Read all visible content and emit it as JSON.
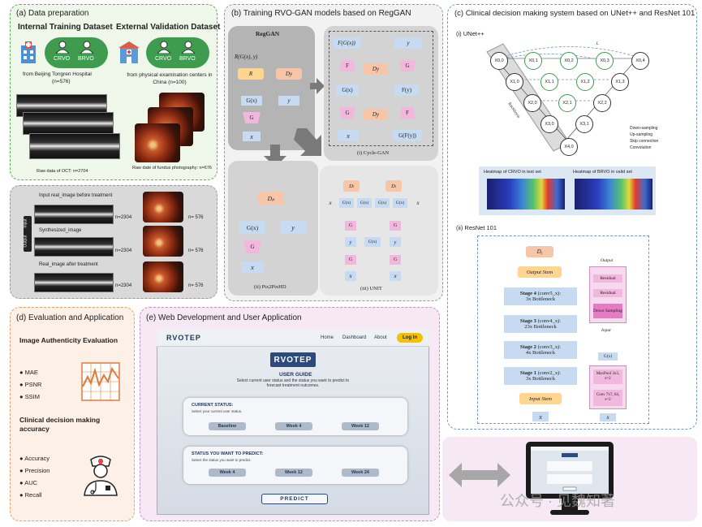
{
  "panel_a": {
    "title": "(a)  Data preparation",
    "internal_title": "Internal Training Dataset",
    "external_title": "External Validation Dataset",
    "crvo": "CRVO",
    "brvo": "BRVO",
    "internal_source": "from Beijing Tongren Hospital",
    "internal_n": "(n=576)",
    "external_source": "from physical examination centers in China (n=100)",
    "oct_caption": "Raw data of OCT: n=2704",
    "fundus_caption": "Raw date of fundus photography: n=676"
  },
  "panel_a2": {
    "row1_label": "Input real_image before treatment",
    "row2_label": "Synthesized_image",
    "row3_label": "Real_image  after treatment",
    "input_tag": "Input",
    "output_tag": "Output",
    "oct_n": "n=2304",
    "fundus_n": "n= 576"
  },
  "panel_b": {
    "title": "(b)  Training RVO-GAN models based on RegGAN",
    "reggan_title": "RegGAN",
    "reggan_R_expr": "R(G(x),   y)",
    "R": "R",
    "Dy": "Dy",
    "Gx": "G(x)",
    "G": "G",
    "F": "F",
    "x": "x",
    "y": "y",
    "FGx": "F(G(x))",
    "Fy": "F(y)",
    "GFy": "G(F(y))",
    "Dp": "Dₚ",
    "Dl": "Dₗ",
    "cyclegan_caption": "(i) Cycle-GAN",
    "pix2pix_caption": "(ii) Pix2PixHD",
    "unit_caption": "(iii) UNIT"
  },
  "panel_c": {
    "title": "(c)  Clinical decision making system based on UNet++ and ResNet 101",
    "unet_title": "(i) UNet++",
    "resnet_title": "(ii) ResNet 101",
    "legend": [
      "Down-sampling",
      "Up-sampling",
      "Skip connection",
      "Convolution"
    ],
    "heat_crvo": "Heatmap of CRVO in test set",
    "heat_brvo": "Heatmap of BRVO in valid set",
    "backbone": "Backbone",
    "nodes": [
      "X0,0",
      "X1,0",
      "X2,0",
      "X3,0",
      "X4,0",
      "X0,1",
      "X1,1",
      "X2,1",
      "X3,1",
      "X0,2",
      "X1,2",
      "X2,2",
      "X0,3",
      "X1,3",
      "X0,4"
    ],
    "L": "L",
    "dy": "Dᵧ",
    "output_stem": "Output Stem",
    "input_stem": "Input Stem",
    "stages": [
      {
        "name": "Stage 4",
        "detail": "(conv5_x):",
        "desc": "3x Bottleneck"
      },
      {
        "name": "Stage 3",
        "detail": "(conv4_x):",
        "desc": "23x Bottleneck"
      },
      {
        "name": "Stage 2",
        "detail": "(conv3_x):",
        "desc": "4x Bottleneck"
      },
      {
        "name": "Stage 1",
        "detail": "(conv2_x):",
        "desc": "3x Bottleneck"
      }
    ],
    "x": "x",
    "block_output": "Output",
    "residual": "Residual",
    "down_sampling": "Down Sampling",
    "block_input": "Input",
    "gx": "G(x)",
    "maxpool": "MaxPool 3x3, s=2",
    "conv": "Conv 7x7, 64, s=2"
  },
  "panel_d": {
    "title": "(d)  Evaluation and Application",
    "auth_title": "Image Authenticity Evaluation",
    "auth_metrics": [
      "MAE",
      "PSNR",
      "SSIM"
    ],
    "clin_title": "Clinical decision making accuracy",
    "clin_metrics": [
      "Accuracy",
      "Precision",
      "AUC",
      "Recall"
    ]
  },
  "panel_e": {
    "title": "(e)  Web Development and User Application",
    "brand": "RVOTEP",
    "nav": [
      "Home",
      "Dashboard",
      "About"
    ],
    "login": "Log In",
    "logo": "RVOTEP",
    "guide_title": "USER GUIDE",
    "guide_text": "Select current user status and the status you want to predict to forecast treatment outcomes.",
    "current_status_title": "CURRENT STATUS:",
    "current_status_sub": "Select your current user status.",
    "current_options": [
      "Baseline",
      "Week 4",
      "Week 12"
    ],
    "predict_status_title": "STATUS YOU WANT TO PREDICT:",
    "predict_status_sub": "Select the status you want to predict.",
    "predict_options": [
      "Week 4",
      "Week 12",
      "Week 24"
    ],
    "predict_button": "PREDICT"
  },
  "watermark": "公众号 · 见魏知著",
  "colors": {
    "green_border": "#5fae5a",
    "gray_border": "#9a9a9a",
    "blue_border": "#6f97c9",
    "orange_border": "#e9a06a",
    "purple_border": "#c98fc0",
    "node_green": "#3f9b4e",
    "stage_blue": "#c6daf1",
    "stem_orange": "#ffd58f",
    "pink_box": "#f2b7dc",
    "discriminator": "#f7c6a8"
  }
}
